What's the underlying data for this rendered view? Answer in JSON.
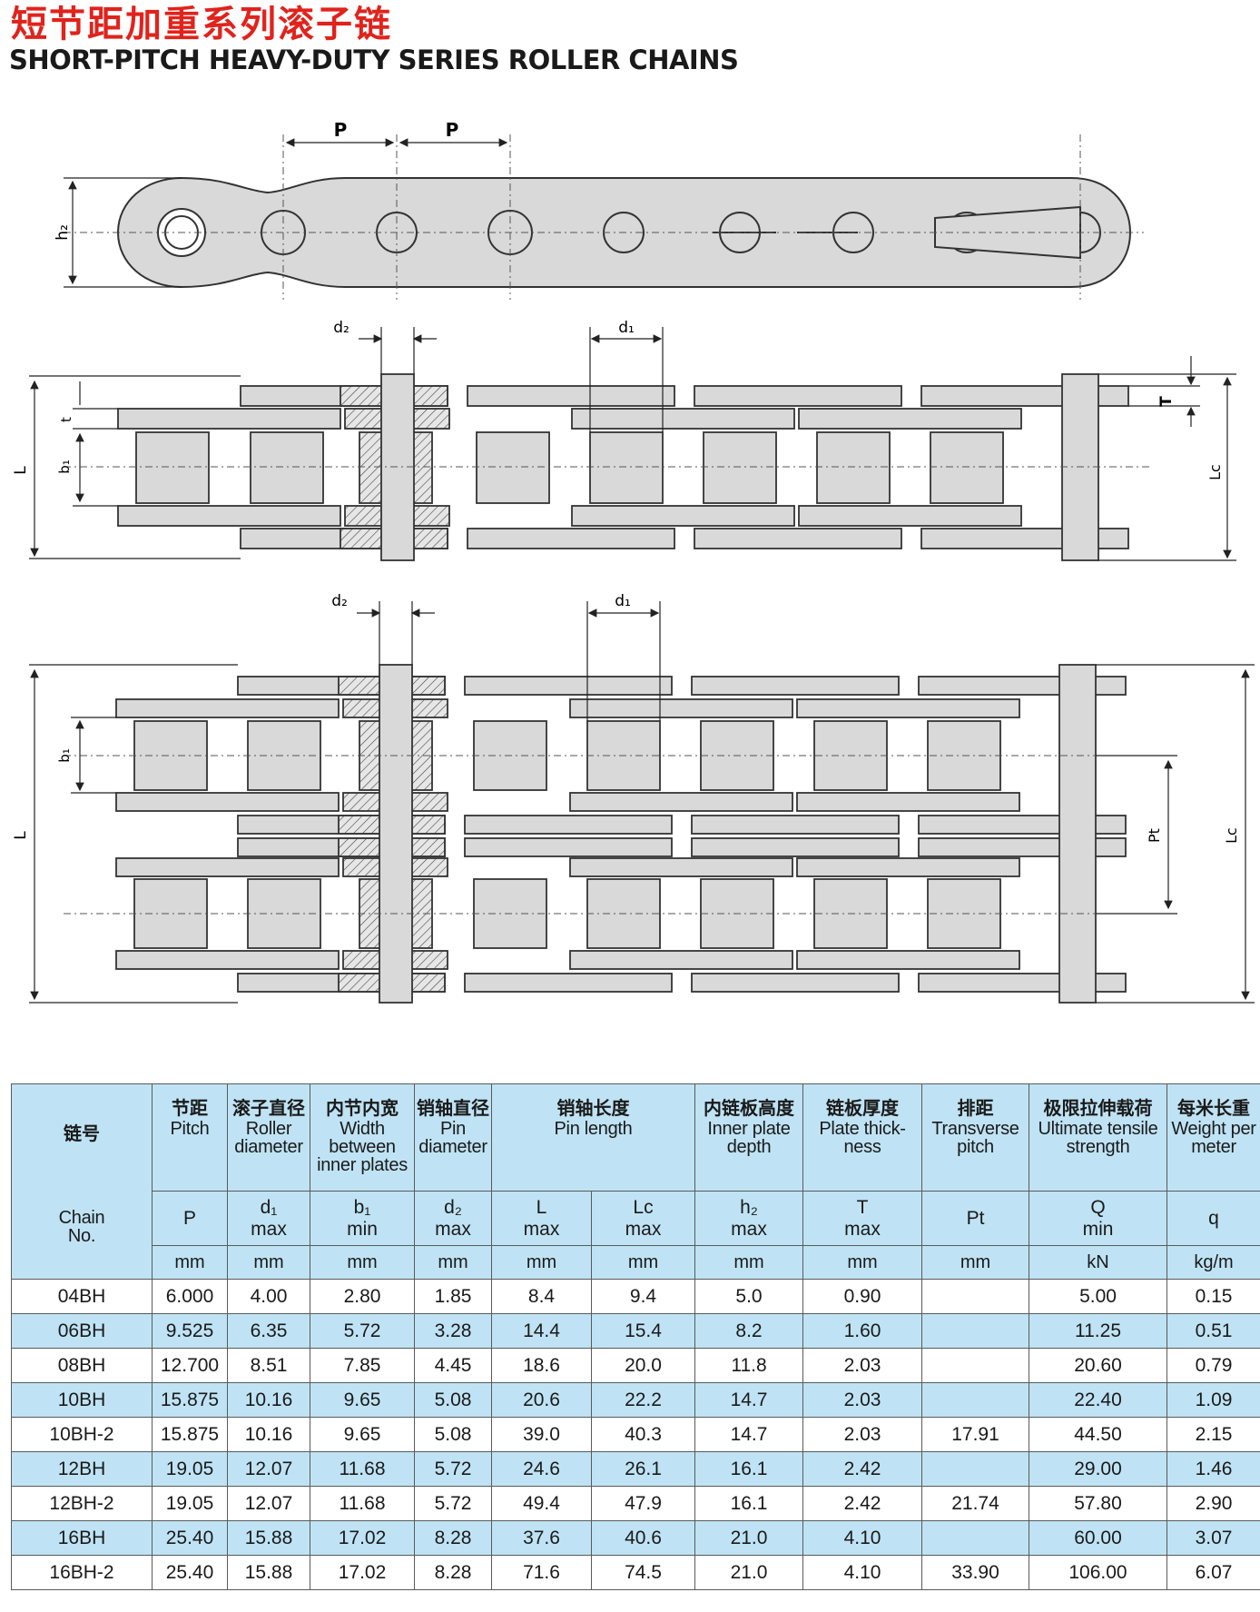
{
  "title_cn": "短节距加重系列滚子链",
  "title_en": "SHORT-PITCH HEAVY-DUTY SERIES ROLLER CHAINS",
  "colors": {
    "title_red": "#e0231c",
    "header_blue": "#bfe3f4",
    "drawing_fill": "#d9d9d9",
    "line": "#333333"
  },
  "drawing_labels": {
    "p1": "P",
    "p2": "P",
    "h2": "h₂",
    "d2_top": "d₂",
    "d1_top": "d₁",
    "L_top": "L",
    "t": "t",
    "b1_top": "b₁",
    "T": "T",
    "Lc_top": "Lc",
    "d2_bottom": "d₂",
    "d1_bottom": "d₁",
    "L_bottom": "L",
    "b1_bottom": "b₁",
    "Pt": "Pt",
    "Lc_bottom": "Lc"
  },
  "table": {
    "chain_no_cn": "链号",
    "chain_no_en": "Chain No.",
    "columns": [
      {
        "cn": "节距",
        "en": "Pitch",
        "sym": "P",
        "lim": "",
        "unit": "mm"
      },
      {
        "cn": "滚子直径",
        "en": "Roller diameter",
        "sym": "d₁",
        "lim": "max",
        "unit": "mm"
      },
      {
        "cn": "内节内宽",
        "en": "Width between inner plates",
        "sym": "b₁",
        "lim": "min",
        "unit": "mm"
      },
      {
        "cn": "销轴直径",
        "en": "Pin diameter",
        "sym": "d₂",
        "lim": "max",
        "unit": "mm"
      },
      {
        "cn": "",
        "en": "",
        "sym": "L",
        "lim": "max",
        "unit": "mm"
      },
      {
        "cn": "",
        "en": "",
        "sym": "Lc",
        "lim": "max",
        "unit": "mm"
      },
      {
        "cn": "内链板高度",
        "en": "Inner plate depth",
        "sym": "h₂",
        "lim": "max",
        "unit": "mm"
      },
      {
        "cn": "链板厚度",
        "en": "Plate thick- ness",
        "sym": "T",
        "lim": "max",
        "unit": "mm"
      },
      {
        "cn": "排距",
        "en": "Transverse pitch",
        "sym": "Pt",
        "lim": "",
        "unit": "mm"
      },
      {
        "cn": "极限拉伸载荷",
        "en": "Ultimate tensile strength",
        "sym": "Q",
        "lim": "min",
        "unit": "kN"
      },
      {
        "cn": "每米长重",
        "en": "Weight per meter",
        "sym": "q",
        "lim": "",
        "unit": "kg/m"
      }
    ],
    "pin_length_cn": "销轴长度",
    "pin_length_en": "Pin length",
    "rows": [
      [
        "04BH",
        "6.000",
        "4.00",
        "2.80",
        "1.85",
        "8.4",
        "9.4",
        "5.0",
        "0.90",
        "",
        "5.00",
        "0.15"
      ],
      [
        "06BH",
        "9.525",
        "6.35",
        "5.72",
        "3.28",
        "14.4",
        "15.4",
        "8.2",
        "1.60",
        "",
        "11.25",
        "0.51"
      ],
      [
        "08BH",
        "12.700",
        "8.51",
        "7.85",
        "4.45",
        "18.6",
        "20.0",
        "11.8",
        "2.03",
        "",
        "20.60",
        "0.79"
      ],
      [
        "10BH",
        "15.875",
        "10.16",
        "9.65",
        "5.08",
        "20.6",
        "22.2",
        "14.7",
        "2.03",
        "",
        "22.40",
        "1.09"
      ],
      [
        "10BH-2",
        "15.875",
        "10.16",
        "9.65",
        "5.08",
        "39.0",
        "40.3",
        "14.7",
        "2.03",
        "17.91",
        "44.50",
        "2.15"
      ],
      [
        "12BH",
        "19.05",
        "12.07",
        "11.68",
        "5.72",
        "24.6",
        "26.1",
        "16.1",
        "2.42",
        "",
        "29.00",
        "1.46"
      ],
      [
        "12BH-2",
        "19.05",
        "12.07",
        "11.68",
        "5.72",
        "49.4",
        "47.9",
        "16.1",
        "2.42",
        "21.74",
        "57.80",
        "2.90"
      ],
      [
        "16BH",
        "25.40",
        "15.88",
        "17.02",
        "8.28",
        "37.6",
        "40.6",
        "21.0",
        "4.10",
        "",
        "60.00",
        "3.07"
      ],
      [
        "16BH-2",
        "25.40",
        "15.88",
        "17.02",
        "8.28",
        "71.6",
        "74.5",
        "21.0",
        "4.10",
        "33.90",
        "106.00",
        "6.07"
      ]
    ]
  }
}
